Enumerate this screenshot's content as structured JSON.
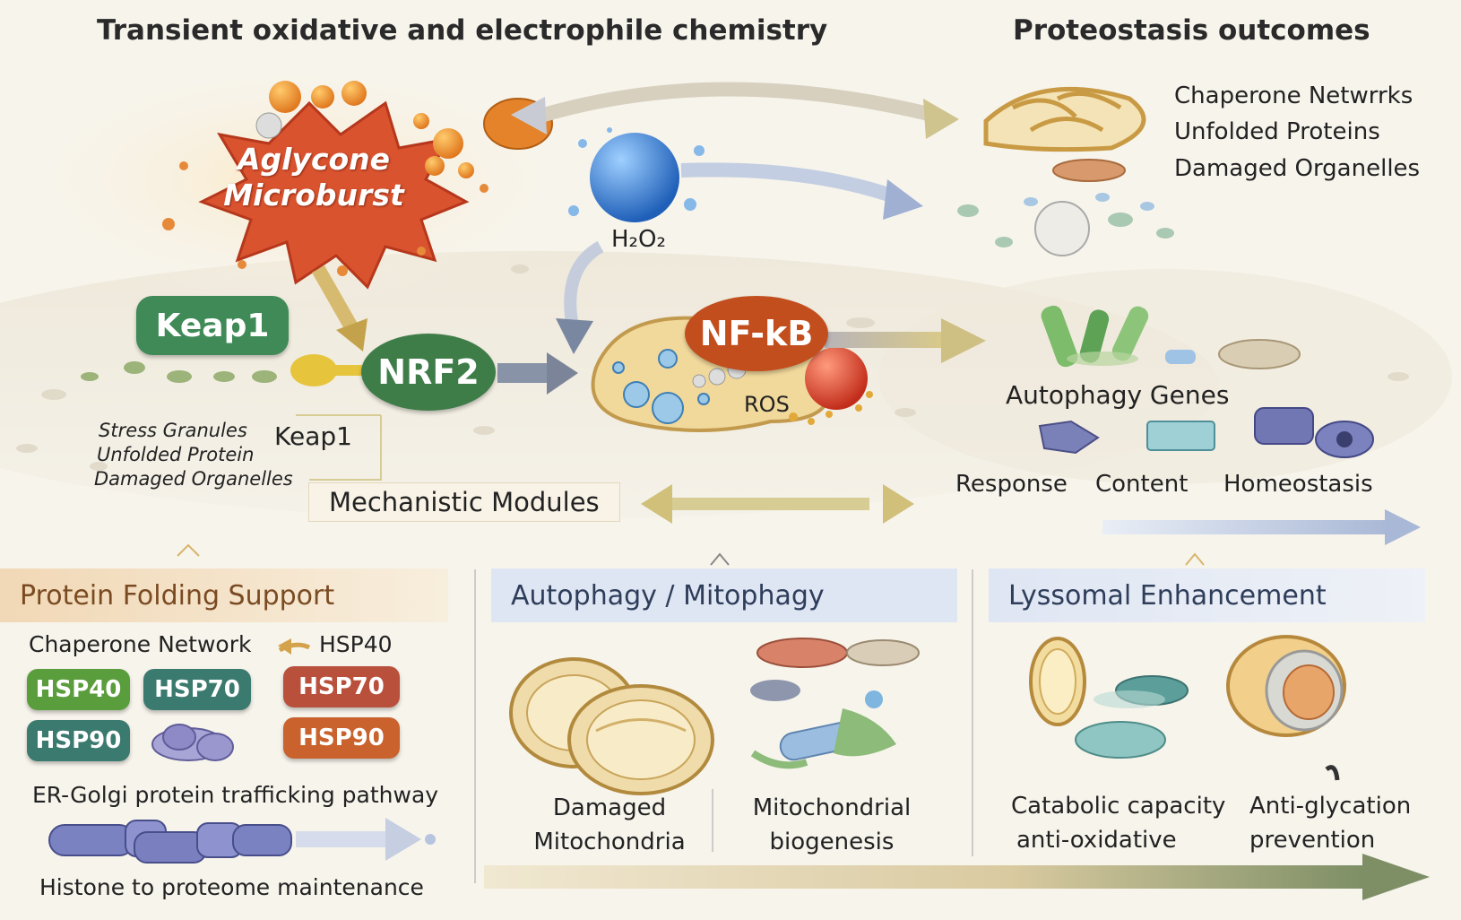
{
  "titles": {
    "left": "Transient oxidative and electrophile chemistry",
    "right": "Proteostasis outcomes"
  },
  "top_left": {
    "burst": [
      "Aglycone",
      "Microburst"
    ],
    "h2o2": "H₂O₂",
    "keap1": "Keap1",
    "nrf2": "NRF2",
    "nfkb": "NF-kB",
    "ros": "ROS",
    "stress": [
      "Stress Granules",
      "Unfolded Protein",
      "Damaged Organelles"
    ],
    "keap1_small": "Keap1",
    "mechanistic": "Mechanistic Modules"
  },
  "top_right": {
    "list": [
      "Chaperone Netwrrks",
      "Unfolded Proteins",
      "Damaged Organelles"
    ],
    "autophagy_genes": "Autophagy Genes",
    "bottom_labels": [
      "Response",
      "Content",
      "Homeostasis"
    ]
  },
  "panels": {
    "folding": {
      "header": "Protein Folding Support",
      "chaperone_line": "Chaperone Network",
      "hsp40_small": "HSP40",
      "hsp": [
        "HSP40",
        "HSP70",
        "HSP70",
        "HSP90",
        "HSP90"
      ],
      "er_golgi": "ER-Golgi protein trafficking pathway",
      "histone": "Histone to proteome maintenance"
    },
    "autophagy": {
      "header": "Autophagy / Mitophagy",
      "left": [
        "Damaged",
        "Mitochondria"
      ],
      "right": [
        "Mitochondrial",
        "biogenesis"
      ]
    },
    "lysosomal": {
      "header": "Lyssomal Enhancement",
      "left": [
        "Catabolic capacity",
        "anti-oxidative"
      ],
      "right": [
        "Anti-glycation",
        "prevention"
      ]
    }
  },
  "colors": {
    "keap1": "#3f8a57",
    "nrf2": "#3e7d48",
    "nfkb": "#c24e1e",
    "burst": "#d9532f",
    "h2o2": "#2f74c9",
    "ros": "#d03a26",
    "hsp_green": "#5a9d3c",
    "hsp_teal": "#3b7a6e",
    "hsp_red": "#b9503c",
    "hsp_orange": "#c9622c",
    "folding_band": "#f2dcc0",
    "blue_band": "#dfe6f3"
  }
}
